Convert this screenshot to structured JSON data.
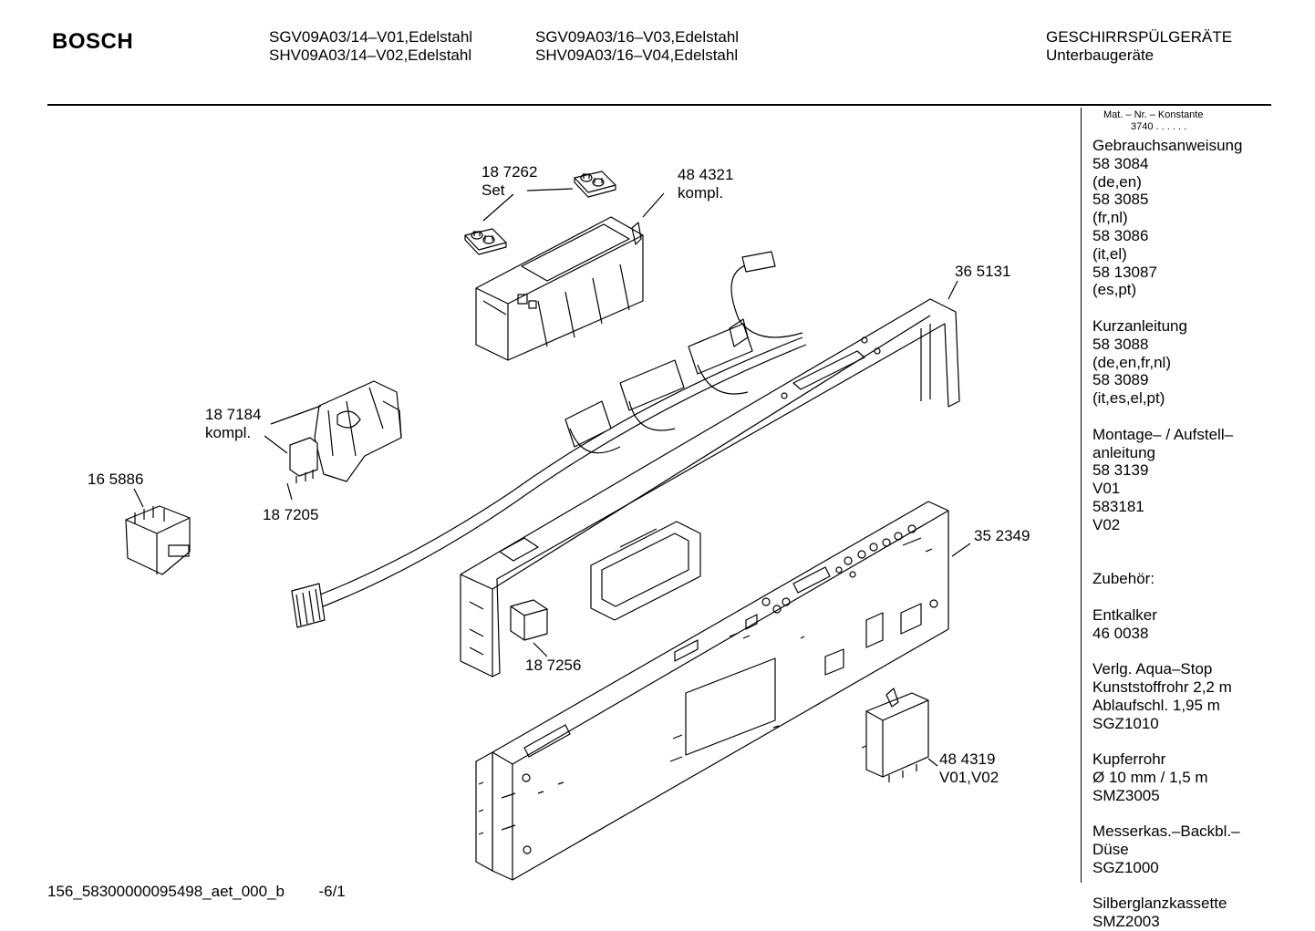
{
  "header": {
    "brand": "BOSCH",
    "models_col1": [
      "SGV09A03/14–V01,Edelstahl",
      "SHV09A03/14–V02,Edelstahl"
    ],
    "models_col2": [
      "SGV09A03/16–V03,Edelstahl",
      "SHV09A03/16–V04,Edelstahl"
    ],
    "category": "GESCHIRRSPÜLGERÄTE",
    "subcategory": "Unterbaugeräte"
  },
  "sidebar": {
    "mat_label": "Mat. – Nr. – Konstante",
    "mat_value": "3740 . . . . . .",
    "lines": [
      "Gebrauchsanweisung",
      "58 3084",
      "(de,en)",
      "58 3085",
      "(fr,nl)",
      "58 3086",
      "(it,el)",
      "58 13087",
      "(es,pt)",
      "",
      "Kurzanleitung",
      "58 3088",
      "(de,en,fr,nl)",
      "58 3089",
      "(it,es,el,pt)",
      "",
      "Montage– / Aufstell–",
      "anleitung",
      "58 3139",
      "V01",
      "583181",
      "V02",
      "",
      "",
      "Zubehör:",
      "",
      "Entkalker",
      "46 0038",
      "",
      "Verlg. Aqua–Stop",
      "Kunststoffrohr 2,2 m",
      "Ablaufschl. 1,95 m",
      "SGZ1010",
      "",
      "Kupferrohr",
      "Ø 10 mm / 1,5 m",
      "SMZ3005",
      "",
      "Messerkas.–Backbl.–",
      "Düse",
      "SGZ1000",
      "",
      "Silberglanzkassette",
      "SMZ2003"
    ]
  },
  "parts": {
    "p187262": [
      "18 7262",
      "Set"
    ],
    "p484321": [
      "48 4321",
      "kompl."
    ],
    "p365131": [
      "36 5131"
    ],
    "p187184": [
      "18 7184",
      "kompl."
    ],
    "p165886": [
      "16 5886"
    ],
    "p187205": [
      "18 7205"
    ],
    "p352349": [
      "35 2349"
    ],
    "p187256": [
      "18 7256"
    ],
    "p484319": [
      "48 4319",
      "V01,V02"
    ]
  },
  "footer": {
    "doc_id": "156_58300000095498_aet_000_b",
    "page": "-6/1"
  }
}
